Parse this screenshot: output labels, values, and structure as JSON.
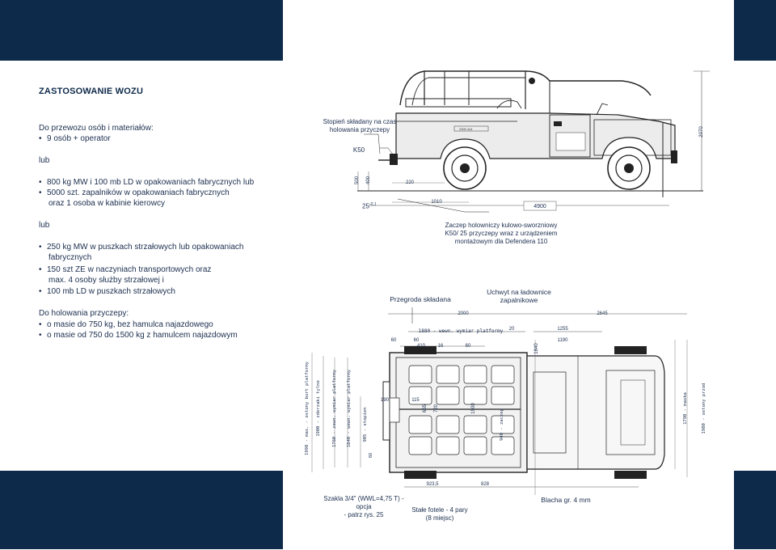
{
  "colors": {
    "navy": "#0e2a4a",
    "panel": "#d3d3d3",
    "line": "#222222"
  },
  "left": {
    "heading": "ZASTOSOWANIE WOZU",
    "p1": "Do przewozu osób i materiałów:",
    "b1": "9 osób + operator",
    "lub1": "lub",
    "b2": "800 kg MW i 100 mb LD w opakowaniach fabrycznych lub",
    "b3a": "5000 szt. zapalników  w opakowaniach fabrycznych",
    "b3b": "oraz 1 osoba w kabinie kierowcy",
    "lub2": "lub",
    "b4a": "250  kg  MW w puszkach strzałowych lub opakowaniach",
    "b4b": "fabrycznych",
    "b5a": "150 szt ZE w naczyniach transportowych oraz",
    "b5b": "max. 4 osoby służby strzałowej i",
    "b6": "100 mb LD w puszkach strzałowych",
    "p2": "Do holowania przyczepy:",
    "b7": "o masie do 750 kg, bez hamulca najazdowego",
    "b8": "o masie od 750 do 1500 kg z hamulcem najazdowym"
  },
  "side_view": {
    "step_note_1": "Stopień składany na czas",
    "step_note_2": "holowania przyczepy",
    "k50": "K50",
    "dim_2070": "2070",
    "dim_500": "500",
    "dim_400": "400",
    "dim_220": "220",
    "dim_1010": "1010",
    "dim_4900": "4900",
    "dim_25": "25",
    "dim_25_tol": "-0,1",
    "hitch_note_1": "Zaczep holowniczy kulowo-sworzniowy",
    "hitch_note_2": "K50/  25 przyczepy wraz z urządzeniem",
    "hitch_note_3": "montażowym dla Defendera 110"
  },
  "top_view": {
    "partition_label": "Przegroda składana",
    "holder_label_1": "Uchwyt na ładownice",
    "holder_label_2": "zapalnikowe",
    "dim_2000": "2000",
    "dim_2645": "2645",
    "dim_1880": "1880 - wewn. wymiar platformy",
    "dim_20": "20",
    "dim_1255": "1255",
    "dim_1190": "1190",
    "dim_60a": "60",
    "dim_60b": "60",
    "dim_410": "410",
    "dim_16": "16",
    "dim_60c": "60",
    "dim_1840": "1840",
    "v1": "1998 - max. - ostony burt platformy",
    "v2": "1900 - zderzaki tylne",
    "v3": "1760 - zewn. wymiar platformy",
    "v4": "1640 - wewn. wymiar platformy",
    "v5": "905 - stopien",
    "v6": "60",
    "v7": "190",
    "v8": "115",
    "v9": "665",
    "v10": "720",
    "v11": "1500",
    "v12": "940 - zaczep",
    "v13": "1790 - maska",
    "v14": "1980 - ostony przod",
    "dim_9235": "923,5",
    "dim_828": "828",
    "chain_note_1": "Szakla 3/4\" (WWL=4,75 T) - opcja",
    "chain_note_2": "- patrz rys. 25",
    "seats_note_1": "Stałe fotele - 4 pary",
    "seats_note_2": "(8 miejsc)",
    "sheet_note": "Blacha gr. 4 mm"
  }
}
